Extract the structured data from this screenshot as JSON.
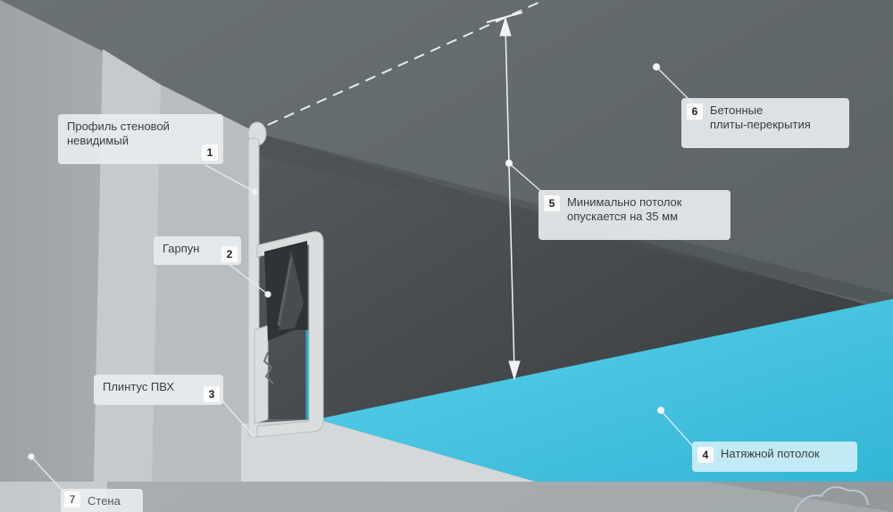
{
  "diagram": {
    "subject": "Stretch ceiling mounting scheme (harpoon system)",
    "colors": {
      "concrete": "#5d6466",
      "concrete_dark": "#3c4244",
      "wall": "#a9adaf",
      "wall_panel": "#c9cdcf",
      "profile": "#d8dcde",
      "harpoon": "#2f3335",
      "ceiling_film": "#3fbfdc",
      "callout_bg": "#e8ecee",
      "callout_text": "#3a3d40"
    },
    "labels": [
      {
        "number": "1",
        "text_line1": "Профиль стеновой",
        "text_line2": "невидимый"
      },
      {
        "number": "2",
        "text_line1": "Гарпун"
      },
      {
        "number": "3",
        "text_line1": "Плинтус ПВХ"
      },
      {
        "number": "4",
        "text_line1": "Натяжной потолок"
      },
      {
        "number": "5",
        "text_line1": "Минимально потолок",
        "text_line2": "опускается на 35 мм"
      },
      {
        "number": "6",
        "text_line1": "Бетонные",
        "text_line2": "плиты-перекрытия"
      },
      {
        "number": "7",
        "text_line1": "Стена"
      }
    ],
    "dimension": {
      "value": "35 мм"
    }
  }
}
